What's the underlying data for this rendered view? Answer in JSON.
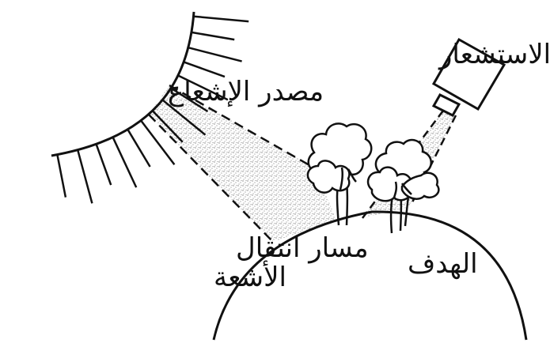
{
  "labels": {
    "source": "مصدر الإشعاع",
    "sensor": "جهاز الاستشعار",
    "path_line1": "مسار انتقال",
    "path_line2": "الأشعة",
    "target": "الهدف"
  },
  "colors": {
    "ink": "#111111",
    "stipple": "#555555",
    "background": "#ffffff"
  }
}
